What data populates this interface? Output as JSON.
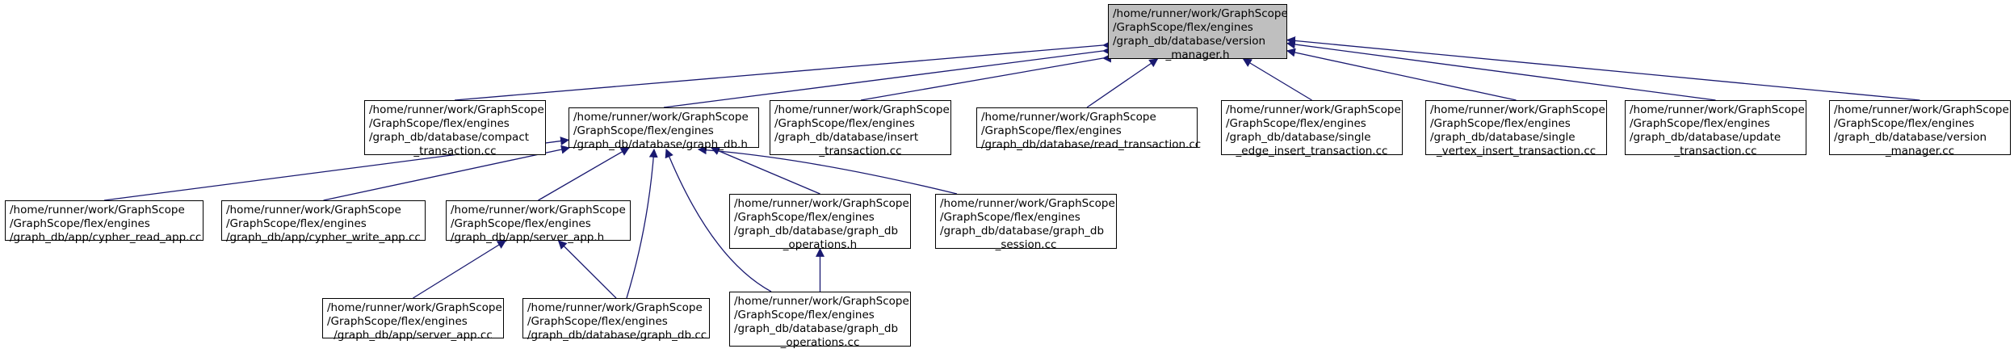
{
  "diagram": {
    "colors": {
      "edge": "#191970",
      "root_fill": "#bfbfbf",
      "node_fill": "#ffffff",
      "border": "#000000"
    },
    "nodes": [
      {
        "id": "version_manager_h",
        "lines": [
          "/home/runner/work/GraphScope",
          "/GraphScope/flex/engines",
          "/graph_db/database/version",
          "_manager.h"
        ]
      },
      {
        "id": "compact_transaction_cc",
        "lines": [
          "/home/runner/work/GraphScope",
          "/GraphScope/flex/engines",
          "/graph_db/database/compact",
          "_transaction.cc"
        ]
      },
      {
        "id": "graph_db_h",
        "lines": [
          "/home/runner/work/GraphScope",
          "/GraphScope/flex/engines",
          "/graph_db/database/graph_db.h"
        ]
      },
      {
        "id": "insert_transaction_cc",
        "lines": [
          "/home/runner/work/GraphScope",
          "/GraphScope/flex/engines",
          "/graph_db/database/insert",
          "_transaction.cc"
        ]
      },
      {
        "id": "read_transaction_cc",
        "lines": [
          "/home/runner/work/GraphScope",
          "/GraphScope/flex/engines",
          "/graph_db/database/read_transaction.cc"
        ]
      },
      {
        "id": "single_edge_insert_transaction_cc",
        "lines": [
          "/home/runner/work/GraphScope",
          "/GraphScope/flex/engines",
          "/graph_db/database/single",
          "_edge_insert_transaction.cc"
        ]
      },
      {
        "id": "single_vertex_insert_transaction_cc",
        "lines": [
          "/home/runner/work/GraphScope",
          "/GraphScope/flex/engines",
          "/graph_db/database/single",
          "_vertex_insert_transaction.cc"
        ]
      },
      {
        "id": "update_transaction_cc",
        "lines": [
          "/home/runner/work/GraphScope",
          "/GraphScope/flex/engines",
          "/graph_db/database/update",
          "_transaction.cc"
        ]
      },
      {
        "id": "version_manager_cc",
        "lines": [
          "/home/runner/work/GraphScope",
          "/GraphScope/flex/engines",
          "/graph_db/database/version",
          "_manager.cc"
        ]
      },
      {
        "id": "cypher_read_app_cc",
        "lines": [
          "/home/runner/work/GraphScope",
          "/GraphScope/flex/engines",
          "/graph_db/app/cypher_read_app.cc"
        ]
      },
      {
        "id": "cypher_write_app_cc",
        "lines": [
          "/home/runner/work/GraphScope",
          "/GraphScope/flex/engines",
          "/graph_db/app/cypher_write_app.cc"
        ]
      },
      {
        "id": "server_app_h",
        "lines": [
          "/home/runner/work/GraphScope",
          "/GraphScope/flex/engines",
          "/graph_db/app/server_app.h"
        ]
      },
      {
        "id": "graph_db_operations_h",
        "lines": [
          "/home/runner/work/GraphScope",
          "/GraphScope/flex/engines",
          "/graph_db/database/graph_db",
          "_operations.h"
        ]
      },
      {
        "id": "graph_db_session_cc",
        "lines": [
          "/home/runner/work/GraphScope",
          "/GraphScope/flex/engines",
          "/graph_db/database/graph_db",
          "_session.cc"
        ]
      },
      {
        "id": "server_app_cc",
        "lines": [
          "/home/runner/work/GraphScope",
          "/GraphScope/flex/engines",
          "/graph_db/app/server_app.cc"
        ]
      },
      {
        "id": "graph_db_cc",
        "lines": [
          "/home/runner/work/GraphScope",
          "/GraphScope/flex/engines",
          "/graph_db/database/graph_db.cc"
        ]
      },
      {
        "id": "graph_db_operations_cc",
        "lines": [
          "/home/runner/work/GraphScope",
          "/GraphScope/flex/engines",
          "/graph_db/database/graph_db",
          "_operations.cc"
        ]
      }
    ],
    "edges": [
      {
        "from": "compact_transaction_cc",
        "to": "version_manager_h"
      },
      {
        "from": "graph_db_h",
        "to": "version_manager_h"
      },
      {
        "from": "insert_transaction_cc",
        "to": "version_manager_h"
      },
      {
        "from": "read_transaction_cc",
        "to": "version_manager_h"
      },
      {
        "from": "single_edge_insert_transaction_cc",
        "to": "version_manager_h"
      },
      {
        "from": "single_vertex_insert_transaction_cc",
        "to": "version_manager_h"
      },
      {
        "from": "update_transaction_cc",
        "to": "version_manager_h"
      },
      {
        "from": "version_manager_cc",
        "to": "version_manager_h"
      },
      {
        "from": "cypher_read_app_cc",
        "to": "graph_db_h"
      },
      {
        "from": "cypher_write_app_cc",
        "to": "graph_db_h"
      },
      {
        "from": "server_app_h",
        "to": "graph_db_h"
      },
      {
        "from": "graph_db_cc",
        "to": "graph_db_h"
      },
      {
        "from": "graph_db_operations_cc",
        "to": "graph_db_h"
      },
      {
        "from": "graph_db_operations_h",
        "to": "graph_db_h"
      },
      {
        "from": "graph_db_session_cc",
        "to": "graph_db_h"
      },
      {
        "from": "server_app_cc",
        "to": "server_app_h"
      },
      {
        "from": "graph_db_cc",
        "to": "server_app_h"
      },
      {
        "from": "graph_db_operations_cc",
        "to": "graph_db_operations_h"
      }
    ]
  }
}
